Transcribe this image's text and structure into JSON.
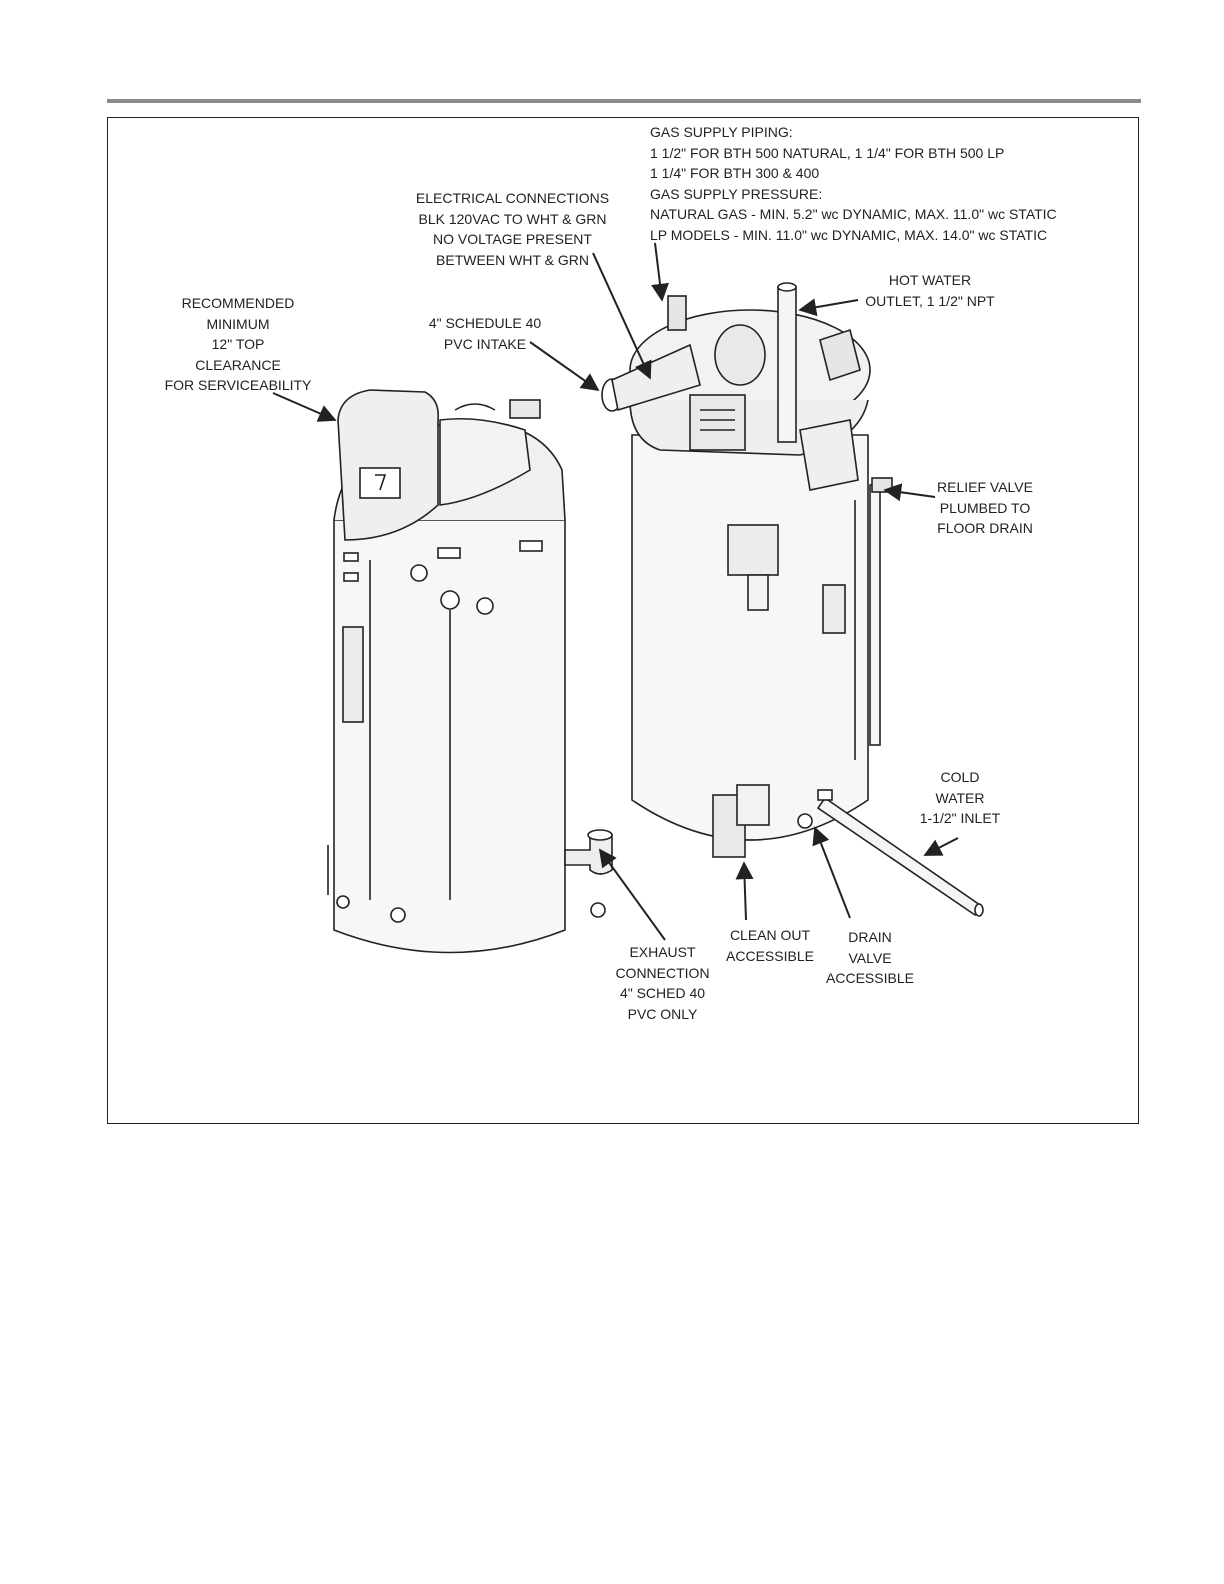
{
  "labels": {
    "gas_supply": [
      "GAS SUPPLY PIPING:",
      "1 1/2\" FOR BTH 500 NATURAL, 1 1/4\" FOR BTH 500 LP",
      "1 1/4\" FOR BTH 300 & 400",
      "GAS SUPPLY PRESSURE:",
      "NATURAL GAS - MIN. 5.2\" wc DYNAMIC, MAX. 11.0\" wc STATIC",
      "LP MODELS - MIN. 11.0\" wc DYNAMIC, MAX. 14.0\" wc STATIC"
    ],
    "electrical": [
      "ELECTRICAL CONNECTIONS",
      "BLK 120VAC TO WHT & GRN",
      "NO VOLTAGE PRESENT",
      "BETWEEN WHT & GRN"
    ],
    "top_clearance": [
      "RECOMMENDED",
      "MINIMUM",
      "12\" TOP",
      "CLEARANCE",
      "FOR SERVICEABILITY"
    ],
    "pvc_intake": [
      "4\" SCHEDULE 40",
      "PVC INTAKE"
    ],
    "hot_water": [
      "HOT WATER",
      "OUTLET, 1 1/2\" NPT"
    ],
    "relief_valve": [
      "RELIEF VALVE",
      "PLUMBED TO",
      "FLOOR DRAIN"
    ],
    "cold_water": [
      "COLD",
      "WATER",
      "1-1/2\" INLET"
    ],
    "exhaust": [
      "EXHAUST",
      "CONNECTION",
      "4\" SCHED 40",
      "PVC ONLY"
    ],
    "clean_out": [
      "CLEAN OUT",
      "ACCESSIBLE"
    ],
    "drain_valve": [
      "DRAIN",
      "VALVE",
      "ACCESSIBLE"
    ]
  }
}
